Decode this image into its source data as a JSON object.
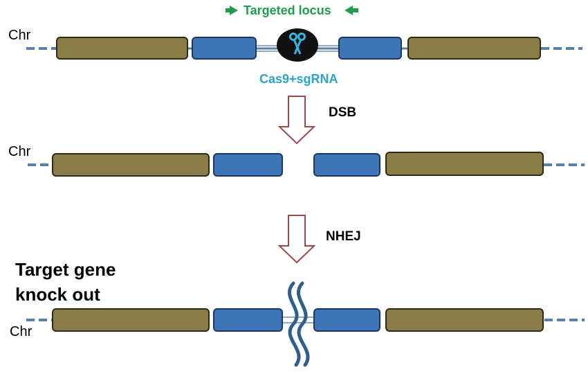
{
  "targeted_locus": "Targeted locus",
  "cas9": "Cas9+sgRNA",
  "chr_label": "Chr",
  "step1": "DSB",
  "step2": "NHEJ",
  "result": {
    "line1": "Target gene",
    "line2": "knock out"
  },
  "colors": {
    "exon_outer": "#8b7d47",
    "exon_inner": "#3d75b8",
    "chromosome": "#5b7fa6",
    "arrow": "#a04848",
    "locus": "#1f9d4f",
    "cas9_label": "#2ba4c9",
    "scissors": "#33b5e5"
  },
  "icons": [
    "scissors-icon",
    "green-arrow-right-icon",
    "green-arrow-left-icon",
    "down-arrow-icon",
    "break-squiggle-icon"
  ]
}
